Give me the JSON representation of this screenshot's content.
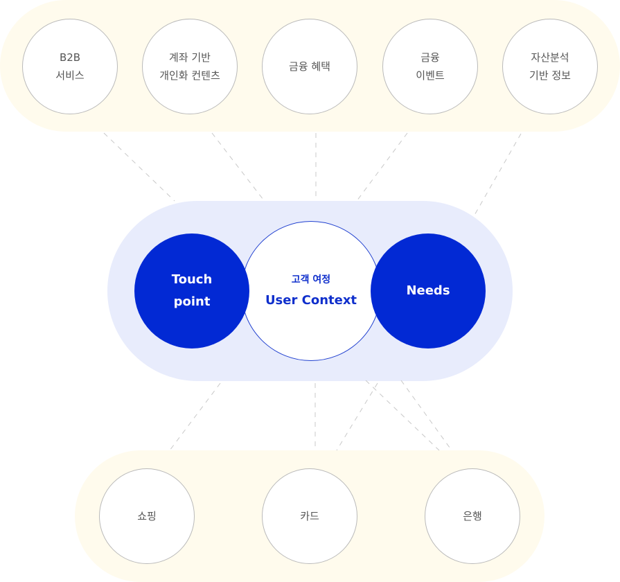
{
  "colors": {
    "band_warm": "#fffbed",
    "band_cool": "#e8ecfc",
    "accent_blue": "#0229d4",
    "outline_gray": "#b9b9b9",
    "connector_gray": "#c8c8c8"
  },
  "top_group": {
    "items": [
      {
        "lines": [
          "B2B",
          "서비스"
        ]
      },
      {
        "lines": [
          "계좌 기반",
          "개인화 컨텐츠"
        ]
      },
      {
        "lines": [
          "금융 혜택"
        ]
      },
      {
        "lines": [
          "금융",
          "이벤트"
        ]
      },
      {
        "lines": [
          "자산분석",
          "기반 정보"
        ]
      }
    ]
  },
  "core": {
    "left": {
      "lines": [
        "Touch",
        "point"
      ]
    },
    "center": {
      "subtitle": "고객 여정",
      "title": "User Context"
    },
    "right": {
      "lines": [
        "Needs"
      ]
    }
  },
  "bottom_group": {
    "items": [
      {
        "lines": [
          "쇼핑"
        ]
      },
      {
        "lines": [
          "카드"
        ]
      },
      {
        "lines": [
          "은행"
        ]
      }
    ]
  }
}
